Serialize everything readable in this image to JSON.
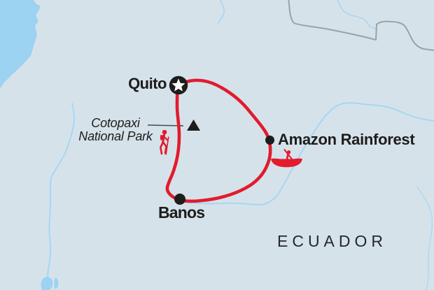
{
  "map": {
    "country": "ECUADOR",
    "stops": {
      "quito": "Quito",
      "amazon": "Amazon Rainforest",
      "banos": "Banos"
    },
    "poi": {
      "line1": "Cotopaxi",
      "line2": "National Park"
    },
    "icons": {
      "capital": "star-in-circle-icon",
      "stop": "dot-marker",
      "peak": "mountain-peak-icon",
      "activities": [
        "hiker-icon",
        "canoe-icon"
      ]
    },
    "colors": {
      "route": "#e21b2e",
      "water": "#9cd2f2",
      "river": "#a5d7f3",
      "land": "#d6e2ea",
      "border": "#9aa2a8",
      "text": "#1d1d1b"
    }
  }
}
